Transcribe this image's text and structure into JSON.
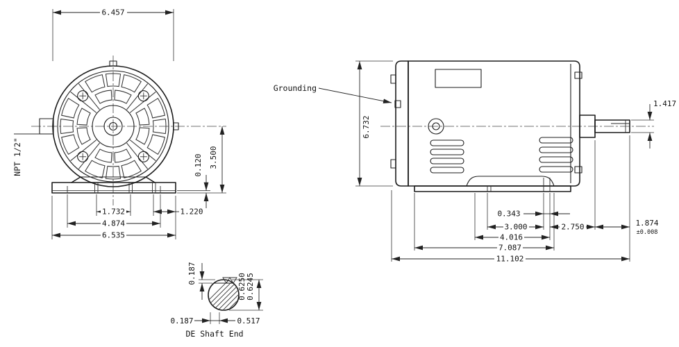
{
  "front_view": {
    "dim_top_width": "6.457",
    "npt_label": "NPT 1/2\"",
    "dim_pad_height": "0.120",
    "dim_center_height": "3.500",
    "dim_slot_spacing": "1.732",
    "dim_pad_spacing": "4.874",
    "dim_base_width": "6.535",
    "dim_edge_offset": "1.220"
  },
  "side_view": {
    "grounding_label": "Grounding",
    "dim_height": "6.732",
    "dim_shaft_dia": "1.417",
    "dim_foot_slot": "0.343",
    "dim_foot_spacing": "3.000",
    "dim_foot_to_shoulder": "2.750",
    "dim_mount_span": "4.016",
    "dim_body_length": "7.087",
    "dim_overall_length": "11.102",
    "dim_shaft_length": "1.874",
    "dim_shaft_tolerance": "±0.008"
  },
  "shaft_detail": {
    "dim_dia_max": "0.6250",
    "dim_dia_min": "0.6245",
    "dim_key_depth": "0.187",
    "dim_key_offset": "0.187",
    "dim_flat_width": "0.517",
    "caption": "DE Shaft End"
  }
}
